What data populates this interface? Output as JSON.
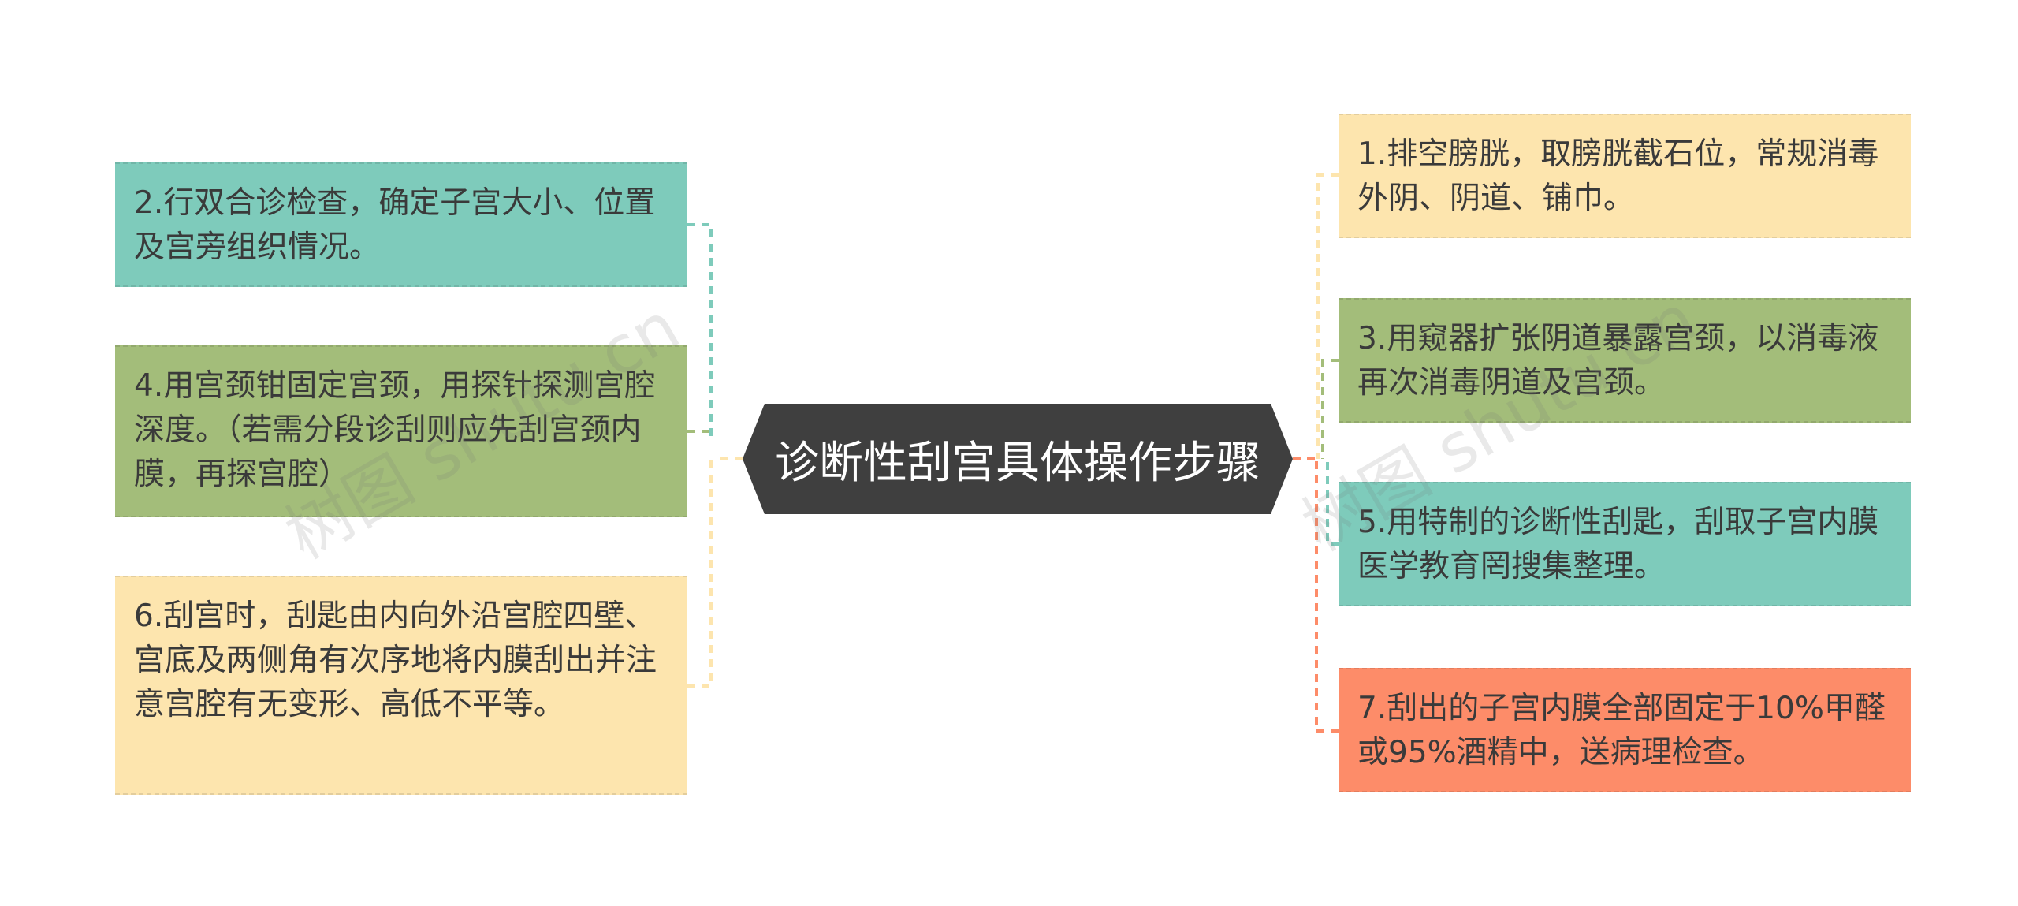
{
  "center": {
    "title": "诊断性刮宫具体操作步骤"
  },
  "left_nodes": [
    {
      "text": "2.行双合诊检查，确定子宫大小、位置及宫旁组织情况。",
      "color": "#7ecbbb"
    },
    {
      "text": "4.用宫颈钳固定宫颈，用探针探测宫腔深度。（若需分段诊刮则应先刮宫颈内膜，再探宫腔）",
      "color": "#a3bd7a"
    },
    {
      "text": "6.刮宫时，刮匙由内向外沿宫腔四壁、宫底及两侧角有次序地将内膜刮出并注意宫腔有无变形、高低不平等。",
      "color": "#fde5ae"
    }
  ],
  "right_nodes": [
    {
      "text": "1.排空膀胱，取膀胱截石位，常规消毒外阴、阴道、铺巾。",
      "color": "#fde5ae"
    },
    {
      "text": "3.用窥器扩张阴道暴露宫颈，以消毒液再次消毒阴道及宫颈。",
      "color": "#a3bd7a"
    },
    {
      "text": "5.用特制的诊断性刮匙，刮取子宫内膜医学教育罔搜集整理。",
      "color": "#7ecbbb"
    },
    {
      "text": "7.刮出的子宫内膜全部固定于10%甲醛或95%酒精中，送病理检查。",
      "color": "#fd8c69"
    }
  ],
  "watermarks": [
    "树图 shutu.cn",
    "树图 shutu.cn"
  ]
}
